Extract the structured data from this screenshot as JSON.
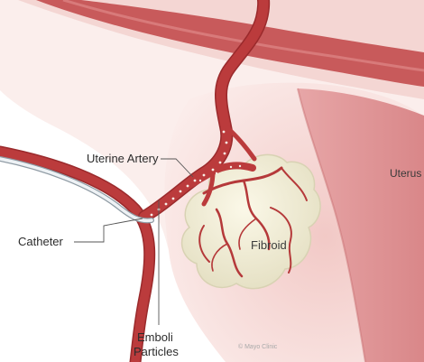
{
  "labels": {
    "uterine_artery": "Uterine Artery",
    "catheter": "Catheter",
    "emboli_line1": "Emboli",
    "emboli_line2": "Particles",
    "fibroid": "Fibroid",
    "uterus": "Uterus",
    "credit": "© Mayo Clinic"
  },
  "colors": {
    "tissue_light": "#f6dfdc",
    "tissue_mid": "#efc9c6",
    "uterus_wall": "#e4a0a2",
    "uterus_wall_dark": "#d98a8d",
    "artery": "#bb3b3c",
    "artery_dark": "#9a2a2c",
    "fibroid": "#f0ecd6",
    "catheter": "#e9eef2",
    "particles": "#f7eee6"
  },
  "icons": {
    "fibroid_mass": "fibroid-blob",
    "particles": "embolic-particle-dots"
  }
}
